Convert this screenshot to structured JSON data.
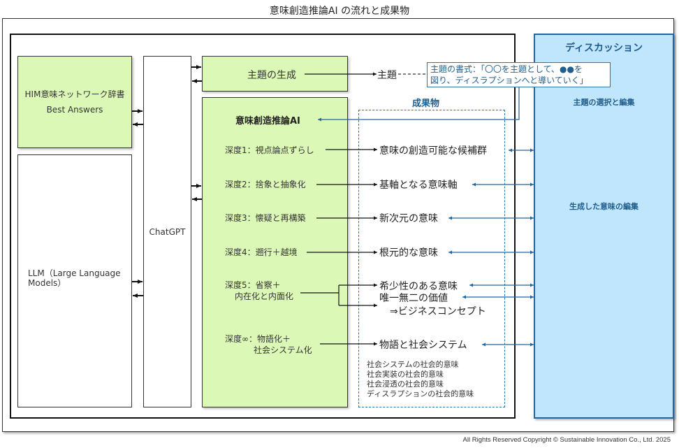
{
  "title": "意味創造推論AI の流れと成果物",
  "sources": {
    "him_dictionary": [
      "HIM意味ネットワーク辞書",
      "Best Answers"
    ],
    "llm": "LLM（Large Language Models）",
    "chatgpt": "ChatGPT"
  },
  "theme_generation": {
    "box_label": "主題の生成",
    "output_label": "主題",
    "format_callout": [
      "主題の書式：「〇〇を主題として、●●を",
      "図り、ディスラプションへと導いていく」"
    ]
  },
  "ai_engine": {
    "title": "意味創造推論AI",
    "depths": [
      {
        "label": [
          "深度1：視点論点ずらし"
        ],
        "results": [
          "意味の創造可能な候補群"
        ]
      },
      {
        "label": [
          "深度2：捨象と抽象化"
        ],
        "results": [
          "基軸となる意味軸"
        ]
      },
      {
        "label": [
          "深度3：懐疑と再構築"
        ],
        "results": [
          "新次元の意味"
        ]
      },
      {
        "label": [
          "深度4：遡行＋越境"
        ],
        "results": [
          "根元的な意味"
        ]
      },
      {
        "label": [
          "深度5：省察＋",
          "内在化と内面化"
        ],
        "results": [
          "希少性のある意味",
          "唯一無二の価値",
          "⇒ビジネスコンセプト"
        ]
      },
      {
        "label": [
          "深度∞：物語化＋",
          "社会システム化"
        ],
        "results": [
          "物語と社会システム"
        ]
      }
    ]
  },
  "outputs": {
    "heading": "成果物",
    "social_meanings": [
      "社会システムの社会的意味",
      "社会実装の社会的意味",
      "社会浸透の社会的意味",
      "ディスラプションの社会的意味"
    ]
  },
  "discussion": {
    "title": "ディスカッション",
    "theme_edit": "主題の選択と編集",
    "meaning_edit": "生成した意味の編集"
  },
  "colors": {
    "green_fill": "#dcf8b6",
    "blue_fill": "#bfe6fc",
    "blue_accent": "#2466a0",
    "heading_blue": "#1f5f8f"
  },
  "copyright": "All Rights Reserved Copyright © Sustainable Innovation Co., Ltd. 2025"
}
